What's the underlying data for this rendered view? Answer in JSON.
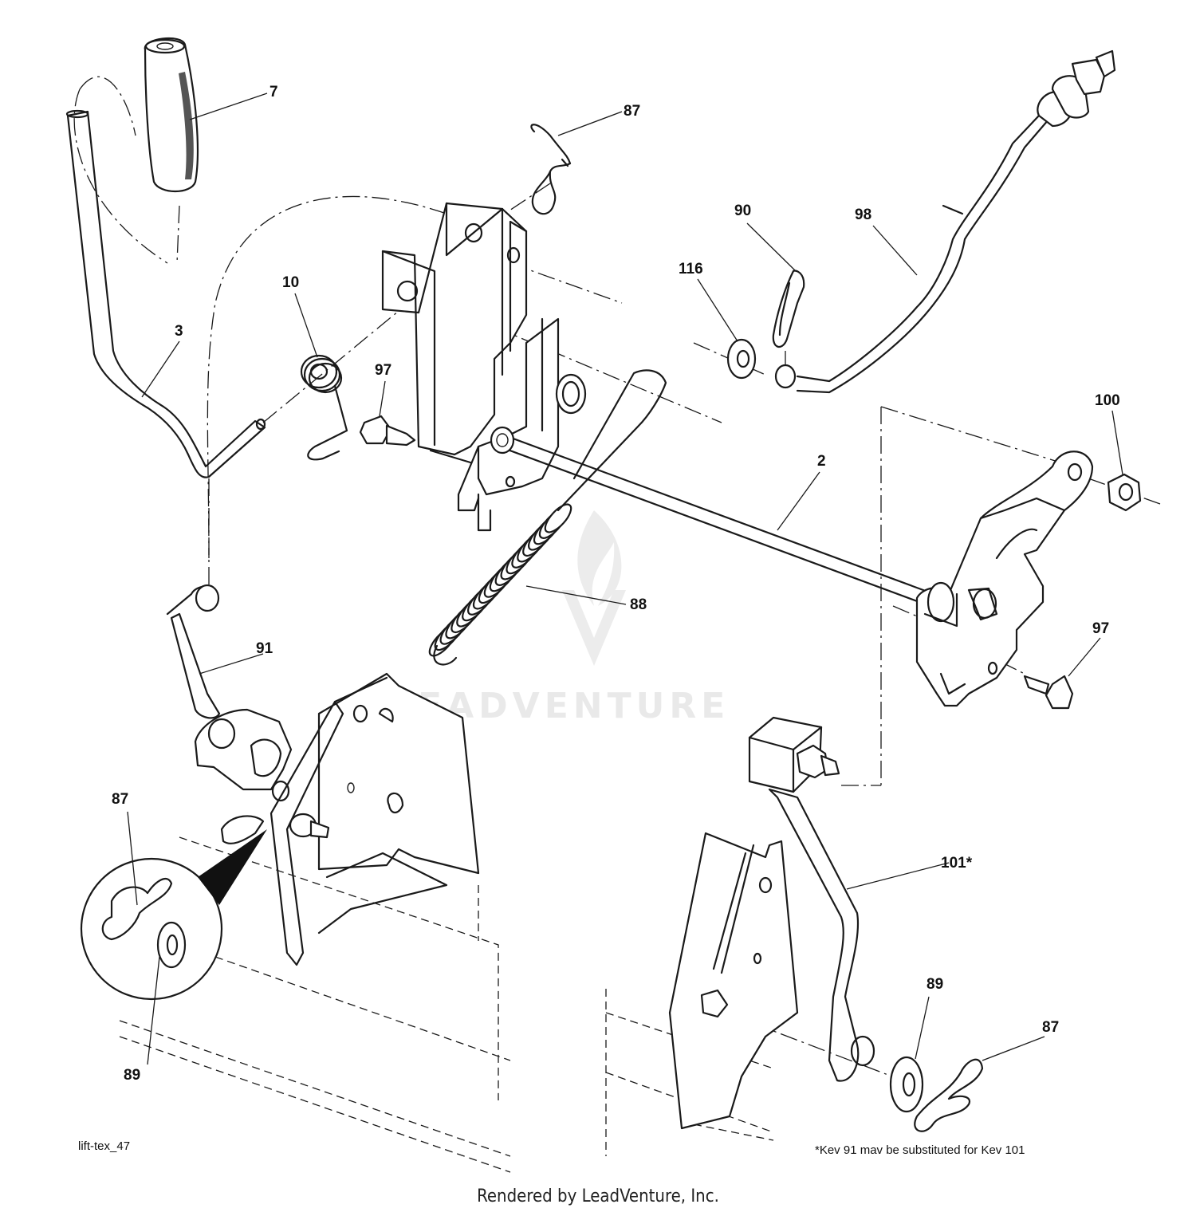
{
  "callouts": [
    {
      "id": "c7",
      "label": "7"
    },
    {
      "id": "c87a",
      "label": "87"
    },
    {
      "id": "c90",
      "label": "90"
    },
    {
      "id": "c98",
      "label": "98"
    },
    {
      "id": "c116",
      "label": "116"
    },
    {
      "id": "c10",
      "label": "10"
    },
    {
      "id": "c3",
      "label": "3"
    },
    {
      "id": "c97a",
      "label": "97"
    },
    {
      "id": "c100",
      "label": "100"
    },
    {
      "id": "c2",
      "label": "2"
    },
    {
      "id": "c88",
      "label": "88"
    },
    {
      "id": "c97b",
      "label": "97"
    },
    {
      "id": "c91",
      "label": "91"
    },
    {
      "id": "c87b",
      "label": "87"
    },
    {
      "id": "c89a",
      "label": "89"
    },
    {
      "id": "c101",
      "label": "101*"
    },
    {
      "id": "c89b",
      "label": "89"
    },
    {
      "id": "c87c",
      "label": "87"
    }
  ],
  "diagram_id": "lift-tex_47",
  "footnote": "*Kev 91 mav be substituted for Kev 101",
  "watermark": "LEADVENTURE",
  "footer": "Rendered by LeadVenture, Inc."
}
